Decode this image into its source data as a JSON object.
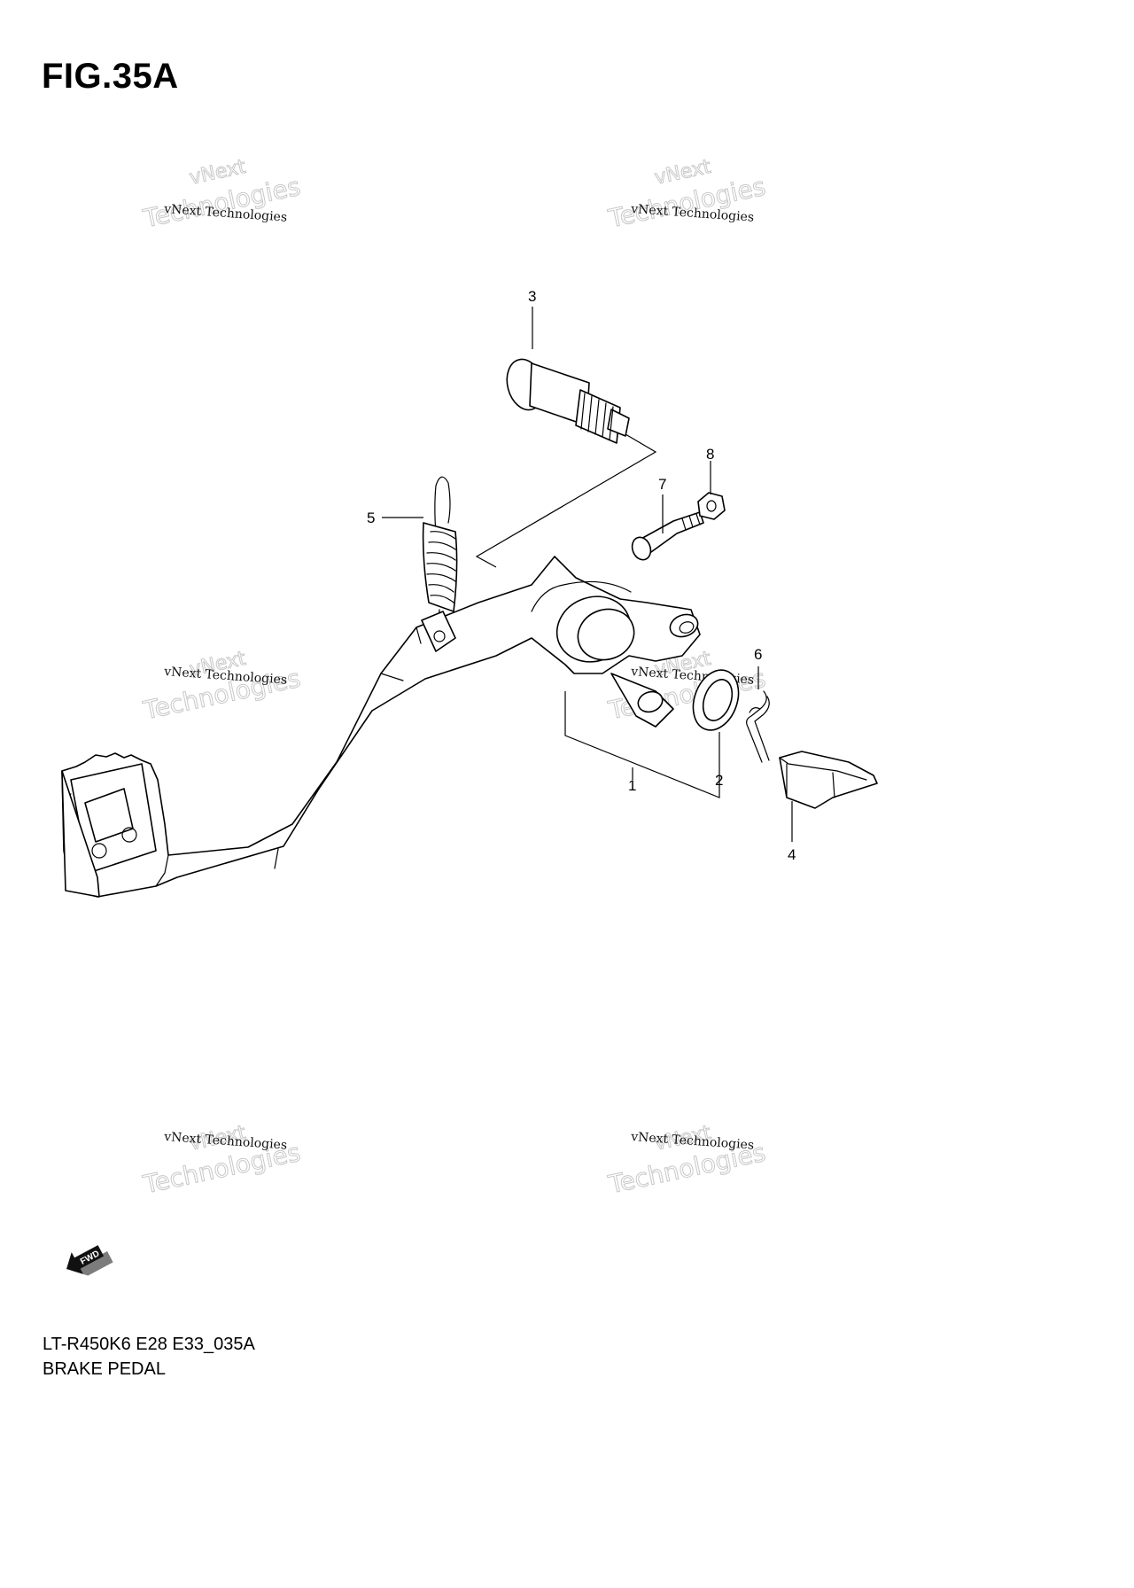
{
  "figure": {
    "title": "FIG.35A"
  },
  "watermark": {
    "line_small": "vNext Technologies",
    "line_large": "Technologies",
    "line_top": "vNext"
  },
  "callouts": [
    "1",
    "2",
    "3",
    "4",
    "5",
    "6",
    "7",
    "8"
  ],
  "fwd_label": "FWD",
  "footer": {
    "model_code": "LT-R450K6 E28 E33_035A",
    "caption": "BRAKE PEDAL"
  }
}
